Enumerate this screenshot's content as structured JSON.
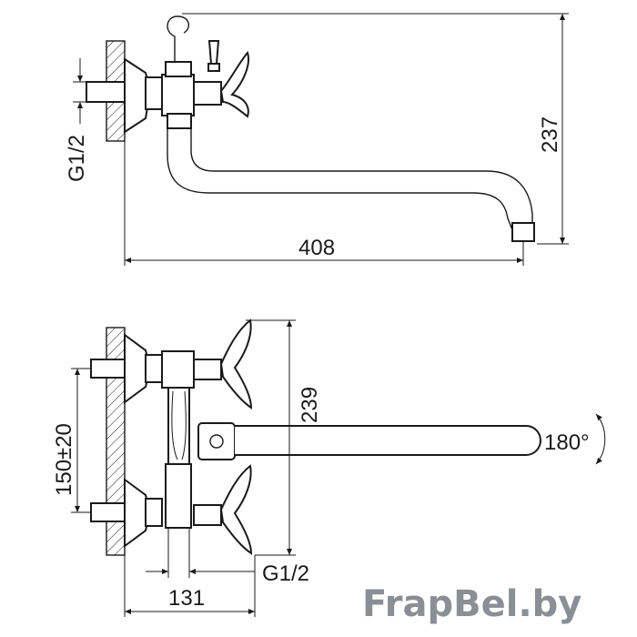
{
  "top_view": {
    "dim_height": "237",
    "dim_length": "408",
    "thread_label": "G1/2"
  },
  "front_view": {
    "dim_height": "239",
    "dim_spacing": "150±20",
    "dim_width": "131",
    "thread_label": "G1/2",
    "rotation_label": "180°"
  },
  "watermark": "FrapBel.by",
  "colors": {
    "line": "#1a1a1a",
    "watermark": "#8a8f96"
  }
}
